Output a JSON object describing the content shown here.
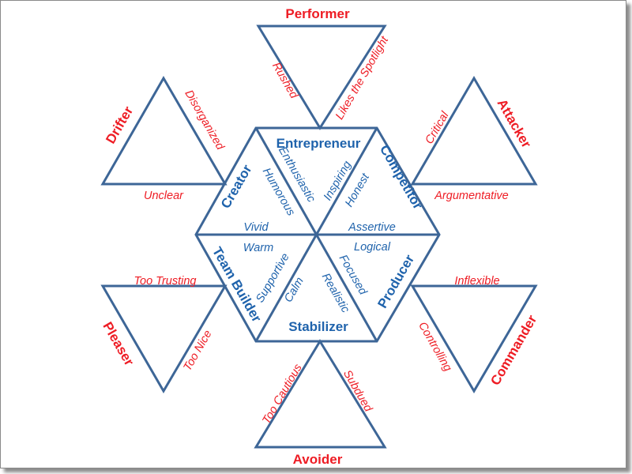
{
  "colors": {
    "line": "#3d6697",
    "role_text": "#1f63ac",
    "style_text": "#ee1c24"
  },
  "hexagon_roles": {
    "top": "Entrepreneur",
    "upper_right": "Competitor",
    "lower_right": "Producer",
    "bottom": "Stabilizer",
    "lower_left": "Team Builder",
    "upper_left": "Creator"
  },
  "hexagon_traits": {
    "entrepreneur": [
      "Enthusiastic",
      "Inspiring"
    ],
    "competitor": [
      "Honest",
      "Assertive"
    ],
    "producer": [
      "Logical",
      "Focused"
    ],
    "stabilizer": [
      "Realistic",
      "Calm"
    ],
    "team_builder": [
      "Supportive",
      "Warm"
    ],
    "creator": [
      "Vivid",
      "Humorous"
    ]
  },
  "outer_styles": {
    "performer": {
      "name": "Performer",
      "traits": [
        "Rushed",
        "Likes the Spotlight"
      ]
    },
    "attacker": {
      "name": "Attacker",
      "traits": [
        "Critical",
        "Argumentative"
      ]
    },
    "commander": {
      "name": "Commander",
      "traits": [
        "Inflexible",
        "Controlling"
      ]
    },
    "avoider": {
      "name": "Avoider",
      "traits": [
        "Too Cautious",
        "Subdued"
      ]
    },
    "pleaser": {
      "name": "Pleaser",
      "traits": [
        "Too Trusting",
        "Too Nice"
      ]
    },
    "drifter": {
      "name": "Drifter",
      "traits": [
        "Disorganized",
        "Unclear"
      ]
    }
  }
}
